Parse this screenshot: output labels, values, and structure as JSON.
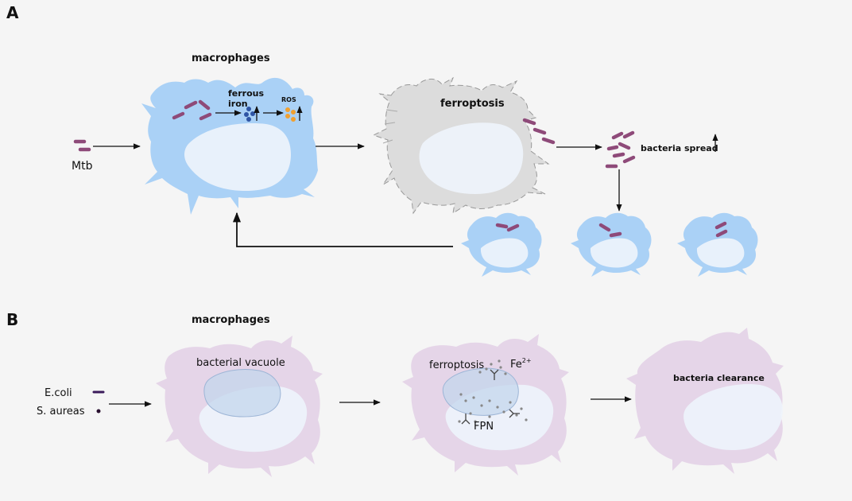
{
  "panels": [
    {
      "letter": "A",
      "macrophages_label": "macrophages",
      "mtb_label": "Mtb",
      "ferrous_label": "ferrous",
      "iron_label": "iron",
      "ros_label": "ROS",
      "ferroptosis_label": "ferroptosis",
      "bacteria_spread_label": "bacteria spread"
    },
    {
      "letter": "B",
      "macrophages_label": "macrophages",
      "bacterial_vacuole_label": "bacterial vacuole",
      "ecoli_label": "E.coli",
      "saureas_label": "S. aureas",
      "ferroptosis_label": "ferroptosis",
      "fe_label": "Fe",
      "fe_charge": "2+",
      "fpn_label": "FPN",
      "clearance_label": "bacteria clearance"
    }
  ],
  "colors": {
    "blue_cell": "#aad1f6",
    "gray_cell": "#d9d9d9",
    "purple_cell": "#e5d5e8",
    "rod": "#8e4a79",
    "ecoli": "#3a1a5a",
    "iron_dot": "#2f55a4",
    "ros_dot": "#f0a030",
    "vacuole": "#c3d5ec"
  }
}
